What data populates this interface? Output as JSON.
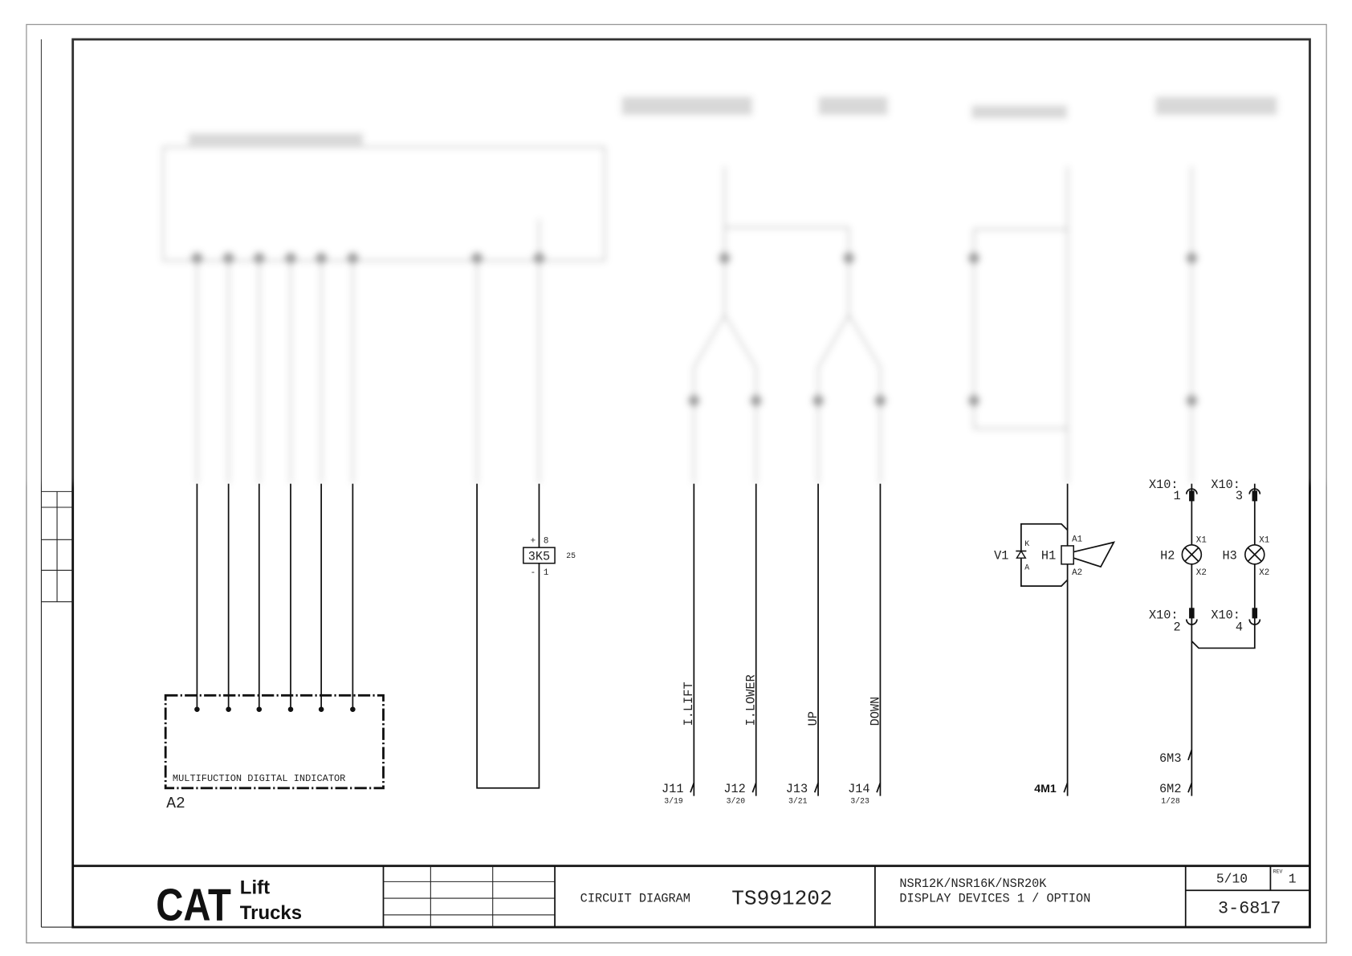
{
  "title_block": {
    "logo_main": "CAT",
    "logo_sub_1": "Lift",
    "logo_sub_2": "Trucks",
    "doc_type": "CIRCUIT DIAGRAM",
    "doc_number": "TS991202",
    "models": "NSR12K/NSR16K/NSR20K",
    "description": "DISPLAY DEVICES 1 / OPTION",
    "sheet": "5/10",
    "rev_label": "REV",
    "rev": "1",
    "drawing_no": "3-6817"
  },
  "indicator": {
    "caption": "MULTIFUCTION DIGITAL INDICATOR",
    "ref": "A2"
  },
  "relay": {
    "ref": "3K5",
    "plus": "+",
    "plus_pin": "8",
    "minus": "-",
    "minus_pin": "1",
    "cross_ref": "25"
  },
  "signals": [
    {
      "label": "I.LIFT",
      "connector": "J11",
      "ref": "3/19"
    },
    {
      "label": "I.LOWER",
      "connector": "J12",
      "ref": "3/20"
    },
    {
      "label": "UP",
      "connector": "J13",
      "ref": "3/21"
    },
    {
      "label": "DOWN",
      "connector": "J14",
      "ref": "3/23"
    }
  ],
  "horn": {
    "diode": "V1",
    "diode_k": "K",
    "diode_a": "A",
    "ref": "H1",
    "pin1": "A1",
    "pin2": "A2",
    "wire": "4M1"
  },
  "lamps": [
    {
      "ref": "H2",
      "x1": "X1",
      "x2": "X2",
      "top_conn": "X10:",
      "top_pin": "1",
      "bot_conn": "X10:",
      "bot_pin": "2"
    },
    {
      "ref": "H3",
      "x1": "X1",
      "x2": "X2",
      "top_conn": "X10:",
      "top_pin": "3",
      "bot_conn": "X10:",
      "bot_pin": "4"
    }
  ],
  "lamp_wires": {
    "upper": "6M3",
    "lower": "6M2",
    "lower_ref": "1/28"
  }
}
